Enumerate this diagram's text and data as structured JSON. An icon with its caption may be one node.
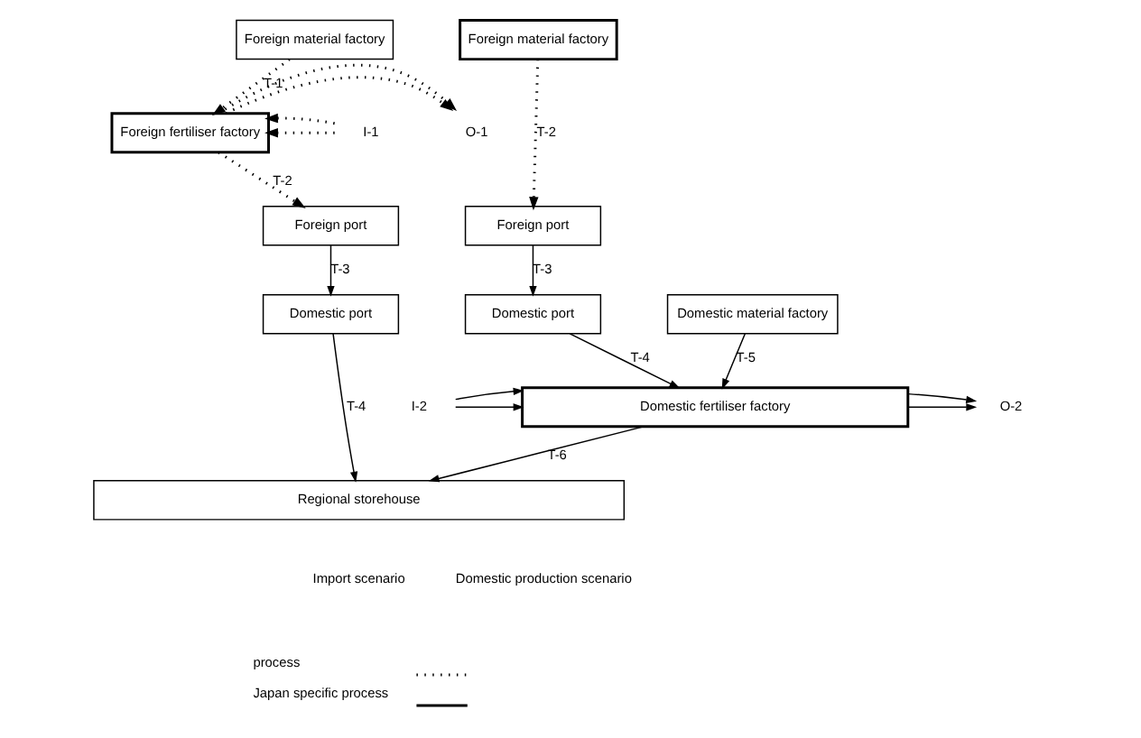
{
  "diagram": {
    "nodes": [
      {
        "text": [
          "Foreign material factory"
        ]
      },
      {
        "text": [
          "Foreign fertiliser factory"
        ]
      },
      {
        "text": [
          "Foreign port"
        ]
      },
      {
        "text": [
          "Domestic port"
        ]
      },
      {
        "text": [
          "Foreign material factory"
        ]
      },
      {
        "text": [
          "Foreign port"
        ]
      },
      {
        "text": [
          "Domestic port"
        ]
      },
      {
        "text": [
          "Domestic material factory"
        ]
      },
      {
        "text": [
          "Domestic fertiliser factory"
        ]
      },
      {
        "text": [
          "Regional storehouse"
        ]
      },
      {
        "text": [
          "I-1"
        ]
      },
      {
        "text": [
          "O-1"
        ]
      },
      {
        "text": [
          "I-2"
        ]
      },
      {
        "text": [
          "O-2"
        ]
      }
    ],
    "edges": [
      {
        "from": 0,
        "to": 1,
        "arrow": "to",
        "style": "dashed",
        "label": "T-1"
      },
      {
        "from": 10,
        "to": 1,
        "arrow": "to",
        "style": "dashed"
      },
      {
        "from": 10,
        "to": 1,
        "arrow": "to",
        "style": "dashed"
      },
      {
        "from": 1,
        "to": 11,
        "arrow": "to",
        "style": "dashed"
      },
      {
        "from": 1,
        "to": 11,
        "arrow": "to",
        "style": "dashed"
      },
      {
        "from": 1,
        "to": 2,
        "arrow": "to",
        "style": "dashed",
        "label": "T-2"
      },
      {
        "from": 2,
        "to": 3,
        "arrow": "to",
        "label": "T-3"
      },
      {
        "from": 4,
        "to": 5,
        "arrow": "to",
        "style": "dashed",
        "label": "T-2"
      },
      {
        "from": 5,
        "to": 6,
        "arrow": "to",
        "label": "T-3"
      },
      {
        "from": 6,
        "to": 8,
        "arrow": "to",
        "label": "T-4"
      },
      {
        "from": 7,
        "to": 8,
        "arrow": "to",
        "label": "T-5"
      },
      {
        "from": 12,
        "to": 8,
        "arrow": "to"
      },
      {
        "from": 12,
        "to": 8,
        "arrow": "to"
      },
      {
        "from": 8,
        "to": 13,
        "arrow": "to"
      },
      {
        "from": 8,
        "to": 13,
        "arrow": "to"
      },
      {
        "from": 3,
        "to": 9,
        "arrow": "to",
        "label": "T-4"
      },
      {
        "from": 8,
        "to": 9,
        "arrow": "to",
        "label": "T-6"
      }
    ],
    "labels": [
      "Import scenario",
      "Domestic production scenario"
    ],
    "legend": [
      {
        "text": "process"
      },
      {
        "text": "Japan specific process"
      }
    ]
  }
}
